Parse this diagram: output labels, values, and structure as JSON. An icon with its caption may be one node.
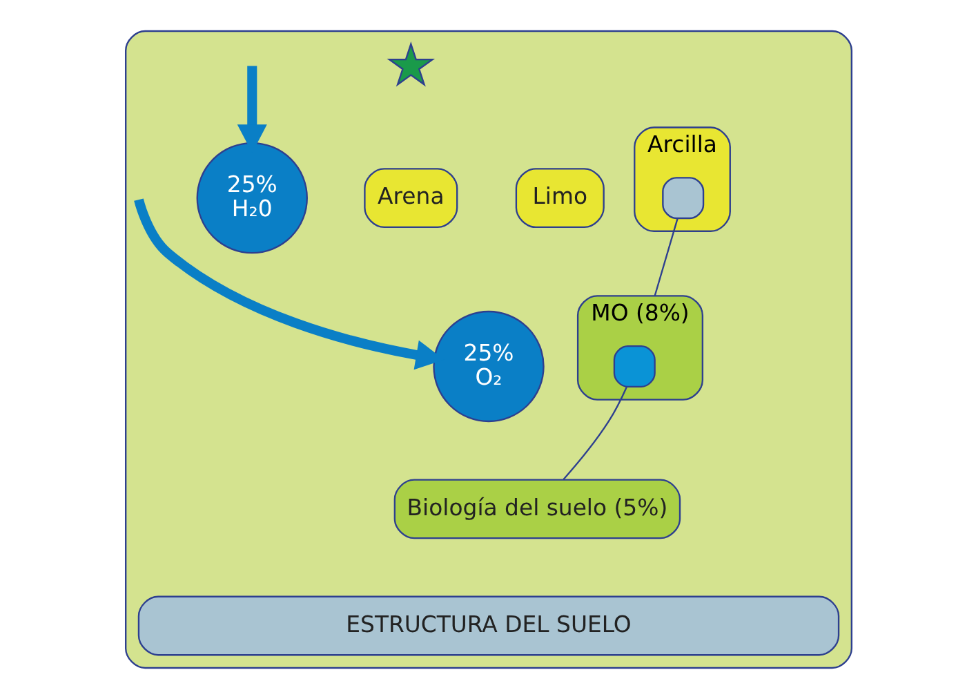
{
  "diagram": {
    "nodes": [
      {
        "text": [],
        "shape": "box"
      },
      {
        "text": [],
        "shape": "star",
        "in": 0
      },
      {
        "text": [
          "Arena"
        ],
        "in": 0
      },
      {
        "text": [
          "Limo"
        ],
        "in": 0
      },
      {
        "text": [
          "Arcilla"
        ],
        "in": 0
      },
      {
        "text": [],
        "shape": "box",
        "in": 4
      },
      {
        "text": [
          "MO (8%)"
        ],
        "in": 0
      },
      {
        "text": [],
        "shape": "box",
        "in": 6
      },
      {
        "text": [
          "25%",
          "H₂0"
        ],
        "in": 0
      },
      {
        "text": [
          "25%",
          "O₂"
        ],
        "in": 0
      },
      {
        "text": [
          "Biología del suelo (5%)"
        ],
        "in": 0
      },
      {
        "text": [
          "ESTRUCTURA DEL SUELO"
        ],
        "in": 0
      }
    ],
    "edges": [
      {
        "from": 5,
        "to": 6,
        "arrow": "none"
      },
      {
        "from": 7,
        "to": 10,
        "arrow": "none"
      },
      {
        "from": null,
        "to": 8,
        "arrow": "to",
        "style": "thick",
        "color": "#0a7fc6"
      },
      {
        "from": null,
        "to": 9,
        "arrow": "to",
        "style": "thick",
        "color": "#0a7fc6"
      }
    ]
  }
}
